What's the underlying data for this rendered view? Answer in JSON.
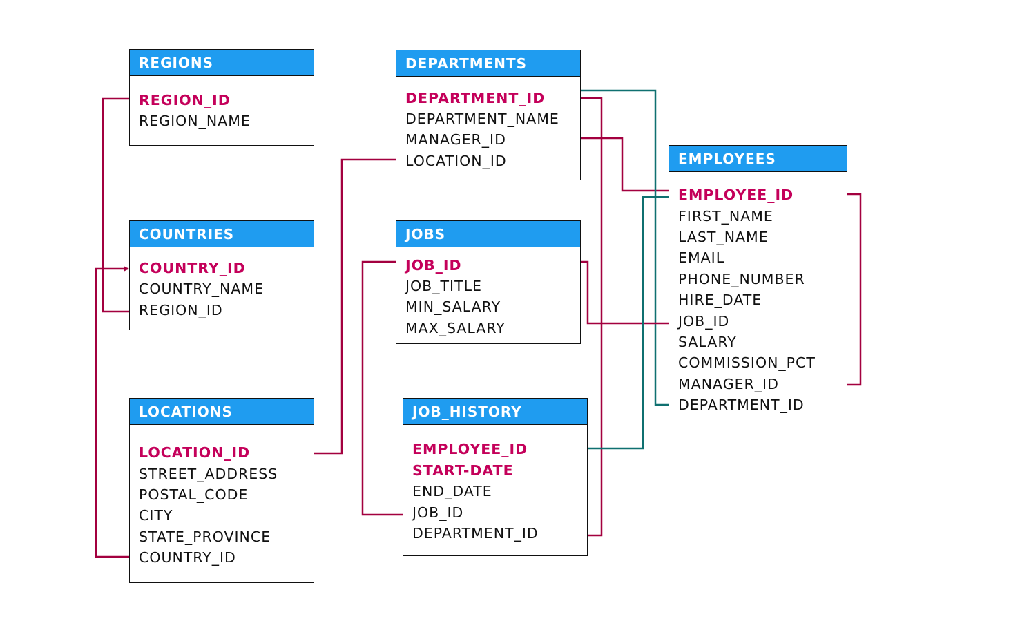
{
  "colors": {
    "header": "#1f9cf0",
    "primary_key_text": "#c4005a",
    "relation_line": "#a3003f",
    "employee_link_line": "#0f7070",
    "field_text": "#111111"
  },
  "entities": {
    "regions": {
      "title": "REGIONS",
      "fields": [
        {
          "name": "REGION_ID",
          "pk": true
        },
        {
          "name": "REGION_NAME",
          "pk": false
        }
      ]
    },
    "countries": {
      "title": "COUNTRIES",
      "fields": [
        {
          "name": "COUNTRY_ID",
          "pk": true
        },
        {
          "name": "COUNTRY_NAME",
          "pk": false
        },
        {
          "name": "REGION_ID",
          "pk": false
        }
      ]
    },
    "locations": {
      "title": "LOCATIONS",
      "fields": [
        {
          "name": "LOCATION_ID",
          "pk": true
        },
        {
          "name": "STREET_ADDRESS",
          "pk": false
        },
        {
          "name": "POSTAL_CODE",
          "pk": false
        },
        {
          "name": "CITY",
          "pk": false
        },
        {
          "name": "STATE_PROVINCE",
          "pk": false
        },
        {
          "name": "COUNTRY_ID",
          "pk": false
        }
      ]
    },
    "departments": {
      "title": "DEPARTMENTS",
      "fields": [
        {
          "name": "DEPARTMENT_ID",
          "pk": true
        },
        {
          "name": "DEPARTMENT_NAME",
          "pk": false
        },
        {
          "name": "MANAGER_ID",
          "pk": false
        },
        {
          "name": "LOCATION_ID",
          "pk": false
        }
      ]
    },
    "jobs": {
      "title": "JOBS",
      "fields": [
        {
          "name": "JOB_ID",
          "pk": true
        },
        {
          "name": "JOB_TITLE",
          "pk": false
        },
        {
          "name": "MIN_SALARY",
          "pk": false
        },
        {
          "name": "MAX_SALARY",
          "pk": false
        }
      ]
    },
    "job_history": {
      "title": "JOB_HISTORY",
      "fields": [
        {
          "name": "EMPLOYEE_ID",
          "pk": true
        },
        {
          "name": "START-DATE",
          "pk": true
        },
        {
          "name": "END_DATE",
          "pk": false
        },
        {
          "name": "JOB_ID",
          "pk": false
        },
        {
          "name": "DEPARTMENT_ID",
          "pk": false
        }
      ]
    },
    "employees": {
      "title": "EMPLOYEES",
      "fields": [
        {
          "name": "EMPLOYEE_ID",
          "pk": true
        },
        {
          "name": "FIRST_NAME",
          "pk": false
        },
        {
          "name": "LAST_NAME",
          "pk": false
        },
        {
          "name": "EMAIL",
          "pk": false
        },
        {
          "name": "PHONE_NUMBER",
          "pk": false
        },
        {
          "name": "HIRE_DATE",
          "pk": false
        },
        {
          "name": "JOB_ID",
          "pk": false
        },
        {
          "name": "SALARY",
          "pk": false
        },
        {
          "name": "COMMISSION_PCT",
          "pk": false
        },
        {
          "name": "MANAGER_ID",
          "pk": false
        },
        {
          "name": "DEPARTMENT_ID",
          "pk": false
        }
      ]
    }
  },
  "relationships": [
    {
      "from": "countries.REGION_ID",
      "to": "regions.REGION_ID",
      "color": "relation_line"
    },
    {
      "from": "locations.COUNTRY_ID",
      "to": "countries.COUNTRY_ID",
      "color": "relation_line"
    },
    {
      "from": "locations.LOCATION_ID",
      "to": "departments.LOCATION_ID",
      "color": "relation_line"
    },
    {
      "from": "departments.MANAGER_ID",
      "to": "employees.EMPLOYEE_ID",
      "color": "relation_line"
    },
    {
      "from": "job_history.DEPARTMENT_ID",
      "to": "departments.DEPARTMENT_ID",
      "color": "relation_line"
    },
    {
      "from": "employees.DEPARTMENT_ID",
      "to": "departments.DEPARTMENT_ID",
      "color": "employee_link_line"
    },
    {
      "from": "job_history.JOB_ID",
      "to": "jobs.JOB_ID",
      "color": "relation_line"
    },
    {
      "from": "employees.JOB_ID",
      "to": "jobs.JOB_ID",
      "color": "relation_line"
    },
    {
      "from": "job_history.EMPLOYEE_ID",
      "to": "employees.EMPLOYEE_ID",
      "color": "employee_link_line"
    },
    {
      "from": "employees.MANAGER_ID",
      "to": "employees.EMPLOYEE_ID",
      "color": "relation_line"
    }
  ]
}
